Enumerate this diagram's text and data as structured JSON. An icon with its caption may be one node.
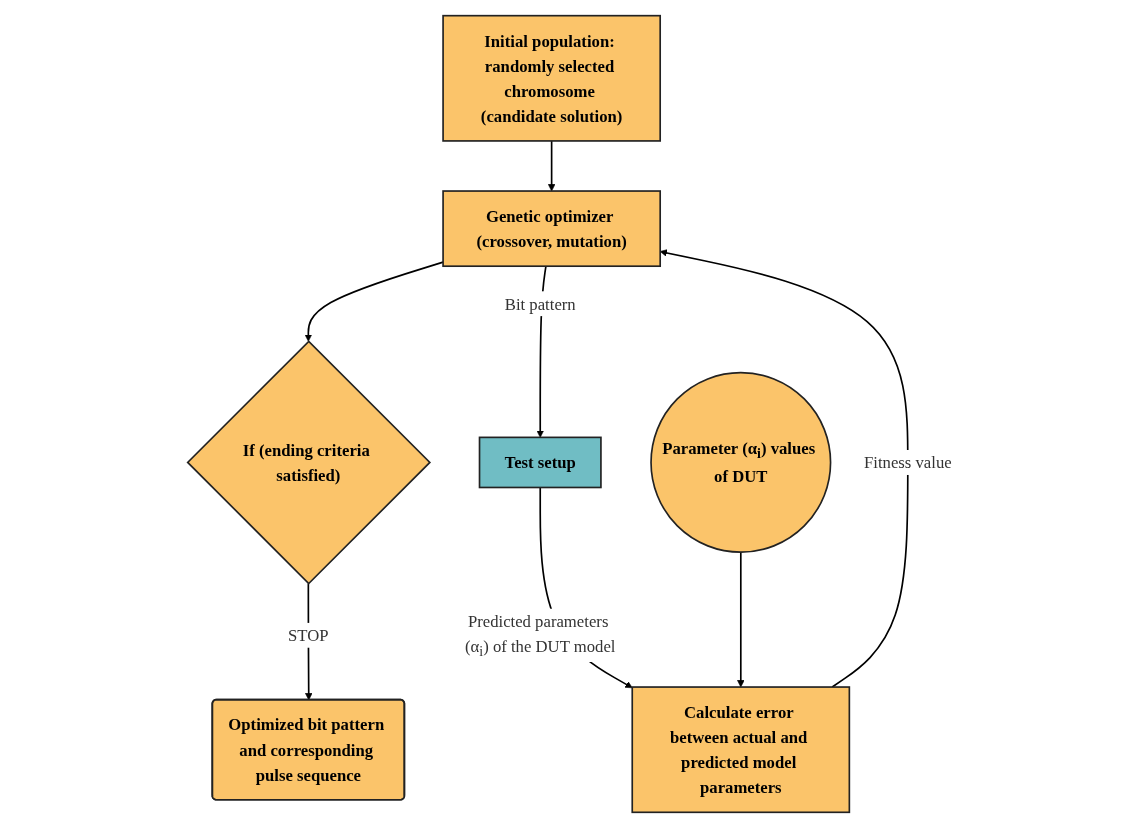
{
  "diagram": {
    "nodes": [
      {
        "text": [
          "If (ending criteria satisfied)"
        ]
      },
      {
        "text": [
          "Optimized bit pattern and corresponding pulse sequence"
        ]
      },
      {
        "text": [
          "Initial population: randomly selected chromosome (candidate solution)"
        ]
      },
      {
        "text": [
          "Genetic optimizer (crossover, mutation)"
        ]
      },
      {
        "text": [
          "Test setup"
        ]
      },
      {
        "text": [
          "Parameter (α$_{i}$) values of DUT"
        ]
      },
      {
        "text": [
          "Calculate error between actual and predicted model parameters"
        ]
      }
    ],
    "edges": [
      {
        "from": 3,
        "to": 0,
        "arrow": "to"
      },
      {
        "from": 0,
        "to": 1,
        "arrow": "to",
        "label": "STOP"
      },
      {
        "from": 2,
        "to": 3,
        "arrow": "to"
      },
      {
        "from": 3,
        "to": 4,
        "arrow": "to",
        "label": "Bit pattern"
      },
      {
        "from": 4,
        "to": 6,
        "arrow": "to",
        "label": "Predicted parameters (α$_{i}$) of the DUT model"
      },
      {
        "from": 6,
        "to": 3,
        "arrow": "to",
        "label": "Fitness value"
      },
      {
        "from": 5,
        "to": 6,
        "arrow": "to"
      }
    ]
  }
}
